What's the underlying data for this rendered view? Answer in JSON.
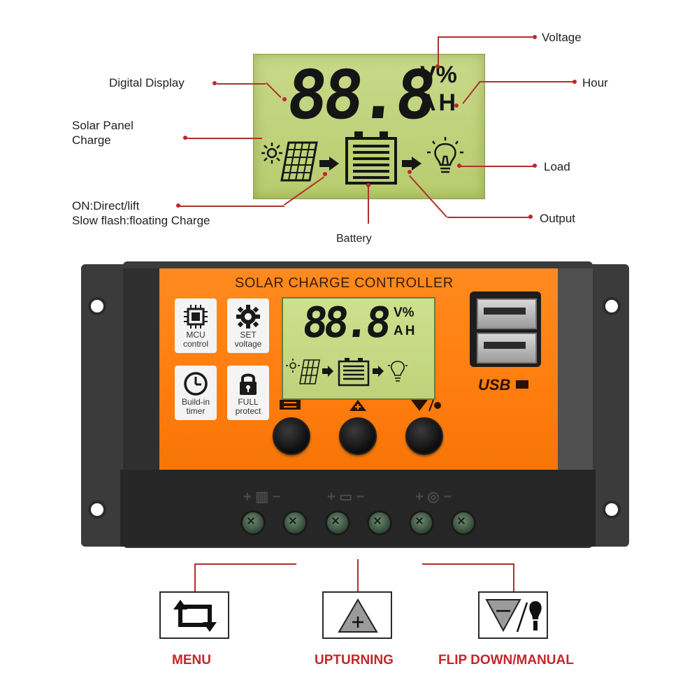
{
  "lcd_display": {
    "digits": "88.8",
    "unit_top": "V%",
    "unit_bottom": "AH"
  },
  "callouts": {
    "voltage": "Voltage",
    "hour": "Hour",
    "digital_display": "Digital Display",
    "solar_panel_charge_line1": "Solar Panel",
    "solar_panel_charge_line2": "Charge",
    "load": "Load",
    "on_direct_line1": "ON:Direct/lift",
    "on_direct_line2": "Slow flash:floating Charge",
    "output": "Output",
    "battery": "Battery"
  },
  "device": {
    "title": "SOLAR CHARGE CONTROLLER",
    "usb_label": "USB",
    "features": [
      {
        "line1": "MCU",
        "line2": "control",
        "icon": "chip-icon"
      },
      {
        "line1": "SET",
        "line2": "voltage",
        "icon": "gear-icon"
      },
      {
        "line1": "Build-in",
        "line2": "timer",
        "icon": "clock-icon"
      },
      {
        "line1": "FULL",
        "line2": "protect",
        "icon": "padlock-icon"
      }
    ],
    "terminals": [
      "+ ▥ −",
      "+ ▭ −",
      "+ ◎ −"
    ]
  },
  "buttons": [
    {
      "label": "MENU",
      "icon": "cycle-arrows-icon"
    },
    {
      "label": "UPTURNING",
      "icon": "triangle-plus-icon"
    },
    {
      "label": "FLIP DOWN/MANUAL",
      "icon": "triangle-down-bulb-icon"
    }
  ],
  "colors": {
    "accent_orange": "#ff7d0e",
    "callout_red": "#c0262b",
    "lcd_green": "#c3d57f",
    "device_dark": "#2b2b2b"
  }
}
